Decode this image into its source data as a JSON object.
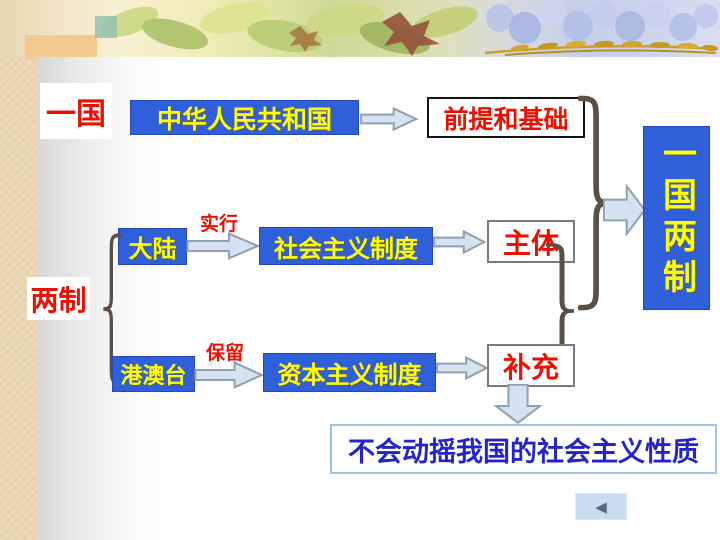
{
  "diagram": {
    "one_country_label": "一国",
    "prc_box": "中华人民共和国",
    "premise_box": "前提和基础",
    "one_country_two_systems_box": "一国两制",
    "mainland_box": "大陆",
    "practice_label": "实行",
    "socialist_system_box": "社会主义制度",
    "main_body_box": "主体",
    "two_systems_label": "两制",
    "hk_macao_taiwan_box": "港澳台",
    "retain_label": "保留",
    "capitalist_system_box": "资本主义制度",
    "supplement_box": "补充",
    "conclusion_box": "不会动摇我国的社会主义性质"
  },
  "nav": {
    "back_icon": "◀"
  },
  "colors": {
    "box_blue": "#2f5fd9",
    "text_yellow": "#ffff00",
    "text_red": "#ee0f00",
    "text_blue": "#2424cc",
    "arrow_fill": "#d4e2f2",
    "arrow_stroke": "#8fa0b0",
    "brace": "#5a5044",
    "conclusion_border": "#9dc3e6"
  }
}
